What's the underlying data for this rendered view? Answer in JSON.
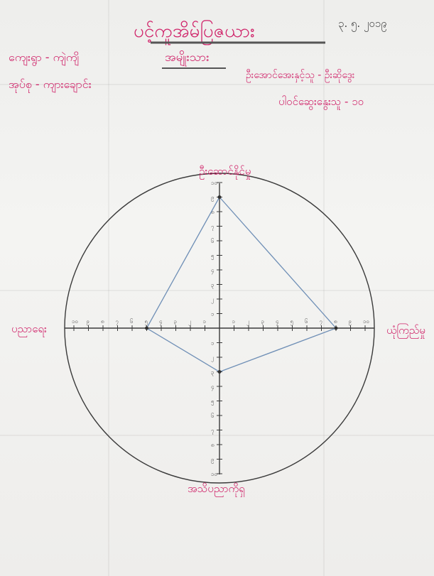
{
  "header": {
    "title": "ပင့်ကူအိမ်ပြဇယား",
    "date": "၃. ၅. ၂၀၁၉",
    "subject_label": "အမျိုးသား",
    "village": "ကျေးရွာ - ကျဲကျိ",
    "township": "အုပ်စု - ကျားချောင်း",
    "participant_1": "ဦးအောင်အေးနှင့်သူ - ဦးဆိုဒွေး",
    "participant_2": "ပါဝင်ဆွေးနွေးသူ - ၁၀"
  },
  "axes": {
    "top": "ဦးဆောင်နိုင်မှု",
    "left": "ပညာရေး",
    "right": "ယုံကြည်မှု",
    "bottom": "အသိပညာကိုရှ"
  },
  "chart_data": {
    "type": "radar",
    "axis_range": [
      0,
      10
    ],
    "axes": [
      "ဦးဆောင်နိုင်မှု",
      "ယုံကြည်မှု",
      "အသိပညာကိုရှ",
      "ပညာရေး"
    ],
    "values": [
      9,
      8,
      3,
      5
    ],
    "tick_labels": [
      "၁",
      "၂",
      "၃",
      "၄",
      "၅",
      "၆",
      "၇",
      "၈",
      "၉",
      "၁၀"
    ]
  }
}
